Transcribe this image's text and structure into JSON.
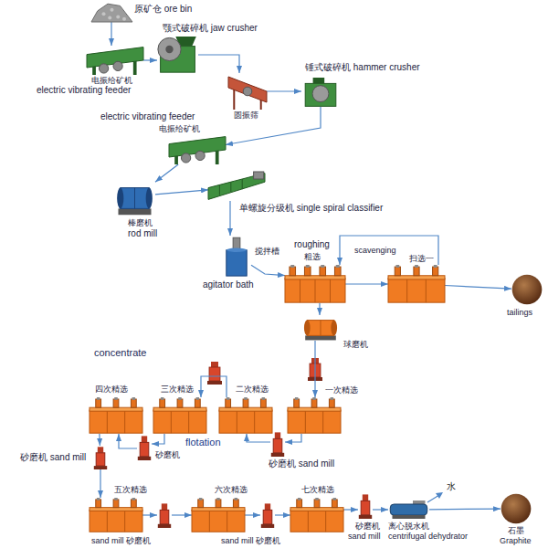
{
  "diagram": {
    "nodes": [
      {
        "text": [
          "原矿仓 ore bin"
        ]
      },
      {
        "text": [
          "电振给矿机",
          "electric vibrating feeder"
        ]
      },
      {
        "text": [
          "颚式破碎机 jaw crusher"
        ]
      },
      {
        "text": [
          "圆振筛"
        ]
      },
      {
        "text": [
          "锤式破碎机 hammer crusher"
        ]
      },
      {
        "text": [
          "electric vibrating feeder",
          "电振给矿机"
        ]
      },
      {
        "text": [
          "棒磨机",
          "rod mill"
        ]
      },
      {
        "text": [
          "单螺旋分级机 single spiral classifier"
        ]
      },
      {
        "text": [
          "搅拌槽",
          "agitator bath"
        ]
      },
      {
        "text": [
          "roughing",
          "粗选"
        ]
      },
      {
        "text": [
          "扫选一",
          "scavenging"
        ]
      },
      {
        "text": [
          "tailings"
        ]
      },
      {
        "text": [
          "球磨机"
        ]
      },
      {
        "text": [
          "一次精选"
        ]
      },
      {
        "text": [
          "砂磨机 sand mill"
        ]
      },
      {
        "text": [
          "二次精选"
        ]
      },
      {
        "text": [
          "三次精选"
        ]
      },
      {
        "text": [
          "砂磨机"
        ]
      },
      {
        "text": [
          "四次精选"
        ]
      },
      {
        "text": [
          "砂磨机 sand mill"
        ]
      },
      {
        "text": [
          "五次精选"
        ]
      },
      {
        "text": [
          "sand mill 砂磨机"
        ]
      },
      {
        "text": [
          "六次精选"
        ]
      },
      {
        "text": [
          "sand mill 砂磨机"
        ]
      },
      {
        "text": [
          "七次精选"
        ]
      },
      {
        "text": [
          "砂磨机",
          "sand mill"
        ]
      },
      {
        "text": [
          "离心脱水机",
          "centrifugal dehydrator"
        ]
      },
      {
        "text": [
          "石墨",
          "Graphite"
        ]
      }
    ],
    "edges": [
      {
        "from": 0,
        "to": 1,
        "arrow": "to"
      },
      {
        "from": 1,
        "to": 2,
        "arrow": "to"
      },
      {
        "from": 2,
        "to": 3,
        "arrow": "to"
      },
      {
        "from": 3,
        "to": 4,
        "arrow": "to"
      },
      {
        "from": 4,
        "to": 5,
        "arrow": "to"
      },
      {
        "from": 5,
        "to": 6,
        "arrow": "to"
      },
      {
        "from": 6,
        "to": 7,
        "arrow": "to"
      },
      {
        "from": 7,
        "to": 8,
        "arrow": "to"
      },
      {
        "from": 8,
        "to": 9,
        "arrow": "to"
      },
      {
        "from": 9,
        "to": 10,
        "arrow": "to"
      },
      {
        "from": 10,
        "to": 11,
        "arrow": "to"
      },
      {
        "from": 10,
        "to": 9,
        "arrow": "to"
      },
      {
        "from": 9,
        "to": 12,
        "arrow": "to"
      },
      {
        "from": 12,
        "to": 13,
        "arrow": "to"
      },
      {
        "from": 13,
        "to": 14,
        "arrow": "to"
      },
      {
        "from": 14,
        "to": 15,
        "arrow": "to"
      },
      {
        "from": 15,
        "to": 16,
        "arrow": "to"
      },
      {
        "from": 16,
        "to": 17,
        "arrow": "to"
      },
      {
        "from": 17,
        "to": 18,
        "arrow": "to"
      },
      {
        "from": 18,
        "to": 19,
        "arrow": "to"
      },
      {
        "from": 19,
        "to": 20,
        "arrow": "to"
      },
      {
        "from": 20,
        "to": 21,
        "arrow": "to"
      },
      {
        "from": 21,
        "to": 22,
        "arrow": "to"
      },
      {
        "from": 22,
        "to": 23,
        "arrow": "to"
      },
      {
        "from": 23,
        "to": 24,
        "arrow": "to"
      },
      {
        "from": 24,
        "to": 25,
        "arrow": "to"
      },
      {
        "from": 25,
        "to": 26,
        "arrow": "to"
      },
      {
        "from": 26,
        "to": 27,
        "arrow": "to"
      }
    ],
    "labels": [
      "concentrate",
      "flotation",
      "水"
    ]
  }
}
